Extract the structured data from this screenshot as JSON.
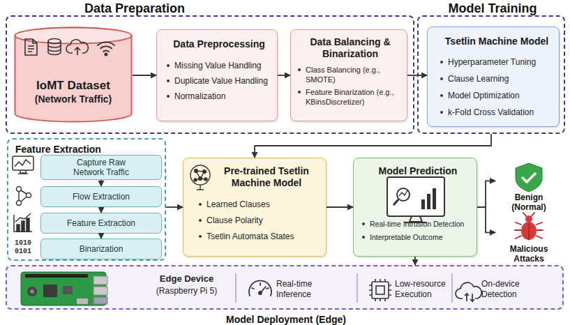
{
  "diagram": {
    "nodes": [
      {
        "text": [
          "Data Preparation"
        ]
      },
      {
        "text": [
          "IoMT Dataset",
          "(Network Traffic)"
        ],
        "in": 0
      },
      {
        "text": [
          "Data Preprocessing",
          "Missing Value Handling",
          "Duplicate Value Handling",
          "Normalization"
        ],
        "in": 0
      },
      {
        "text": [
          "Data Balancing & Binarization",
          "Class Balancing (e.g., SMOTE)",
          "Feature Binarization (e.g., KBinsDiscretizer)"
        ],
        "in": 0
      },
      {
        "text": [
          "Model Training"
        ]
      },
      {
        "text": [
          "Tsetlin Machine Model",
          "Hyperparameter Tuning",
          "Clause Learning",
          "Model Optimization",
          "k-Fold Cross Validation"
        ],
        "in": 4
      },
      {
        "text": [
          "Feature Extraction"
        ]
      },
      {
        "text": [
          "Capture Raw Network Traffic"
        ],
        "in": 6
      },
      {
        "text": [
          "Flow Extraction"
        ],
        "in": 6
      },
      {
        "text": [
          "Feature Extraction"
        ],
        "in": 6
      },
      {
        "text": [
          "Binarization"
        ],
        "in": 6
      },
      {
        "text": [
          "Pre-trained Tsetlin Machine Model",
          "Learned Clauses",
          "Clause Polarity",
          "Tsetlin Automata States"
        ]
      },
      {
        "text": [
          "Model Prediction",
          "Real-time Intrusion Detection",
          "Interpretable Outcome"
        ]
      },
      {
        "text": [
          "Benign (Normal)"
        ]
      },
      {
        "text": [
          "Malicious Attacks"
        ]
      },
      {
        "text": [
          "Model Deployment (Edge)"
        ]
      }
    ],
    "edges": [
      {
        "from": 1,
        "to": 2,
        "arrow": "to"
      },
      {
        "from": 2,
        "to": 3,
        "arrow": "to"
      },
      {
        "from": 3,
        "to": 5,
        "arrow": "to"
      },
      {
        "from": 4,
        "to": 11,
        "arrow": "to"
      },
      {
        "from": 7,
        "to": 8,
        "arrow": "to"
      },
      {
        "from": 8,
        "to": 9,
        "arrow": "to"
      },
      {
        "from": 9,
        "to": 10,
        "arrow": "to"
      },
      {
        "from": 6,
        "to": 11,
        "arrow": "to"
      },
      {
        "from": 11,
        "to": 12,
        "arrow": "to"
      },
      {
        "from": 12,
        "to": 13,
        "arrow": "to"
      },
      {
        "from": 12,
        "to": 14,
        "arrow": "to"
      },
      {
        "from": 12,
        "to": 15,
        "arrow": "to"
      }
    ],
    "labels": [
      "1010 0101",
      "Edge Device",
      "(Raspberry Pi 5)",
      "Real-time Inference",
      "Low-resource Execution",
      "On-device Detection"
    ]
  }
}
